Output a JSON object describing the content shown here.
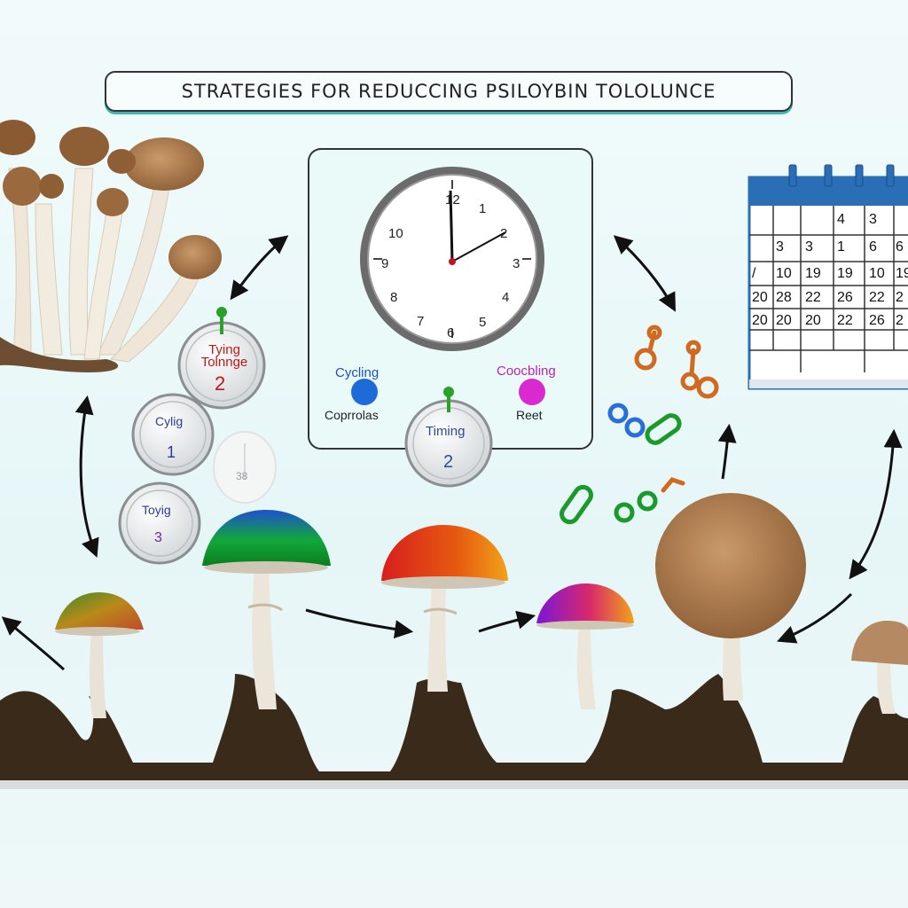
{
  "title": "STRATEGIES FOR REDUCCING PSILOYBIN TOLOLUNCE",
  "clock": {
    "numerals": [
      "12",
      "1",
      "2",
      "3",
      "4",
      "5",
      "6",
      "7",
      "8",
      "9",
      "10"
    ],
    "left_label": "Cycling",
    "left_sub": "Coprrolas",
    "right_label": "Coocbling",
    "right_sub": "Reet",
    "timer_label": "Timing",
    "timer_number": "2"
  },
  "badges": [
    {
      "label": "Tying Tolnnge",
      "number": "2"
    },
    {
      "label": "Cylig",
      "number": "1"
    },
    {
      "label": "38",
      "number": ""
    },
    {
      "label": "Toyig",
      "number": "3"
    }
  ],
  "calendar": {
    "rows": [
      [
        "",
        "",
        "",
        "4",
        "3",
        ""
      ],
      [
        "",
        "3",
        "3",
        "1",
        "6",
        "6"
      ],
      [
        "/",
        "10",
        "19",
        "19",
        "10",
        "19"
      ],
      [
        "20",
        "28",
        "22",
        "26",
        "22",
        "2"
      ],
      [
        "20",
        "20",
        "20",
        "22",
        "26",
        "2"
      ]
    ]
  },
  "colors": {
    "accent_teal": "#3fb6b0",
    "soil": "#3a2a1a",
    "calendar_blue": "#2a6fb5",
    "cycling_dot": "#1e6ad8",
    "reset_dot": "#d92ad1",
    "pin_green": "#2aa12a"
  }
}
